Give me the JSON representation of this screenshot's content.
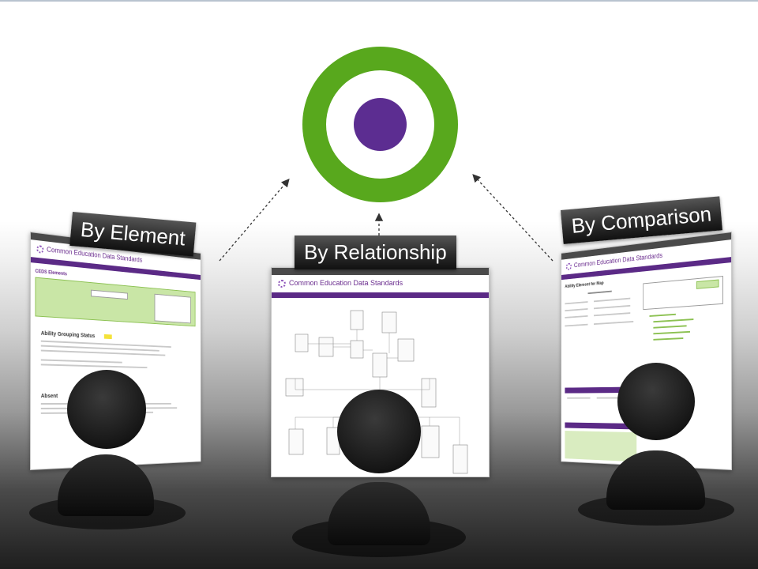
{
  "labels": {
    "element": "By Element",
    "relationship": "By Relationship",
    "comparison": "By Comparison"
  },
  "cards": {
    "brand": "Common Education Data Standards",
    "left": {
      "section": "CEDS Elements",
      "item1": "Ability Grouping Status",
      "item2": "Absent"
    },
    "right": {
      "title": "Ability Element for Map"
    }
  },
  "colors": {
    "target_ring": "#58a81d",
    "target_center": "#5c2d91",
    "nav_purple": "#5b2a86",
    "label_bg": "#2b2b2b"
  }
}
